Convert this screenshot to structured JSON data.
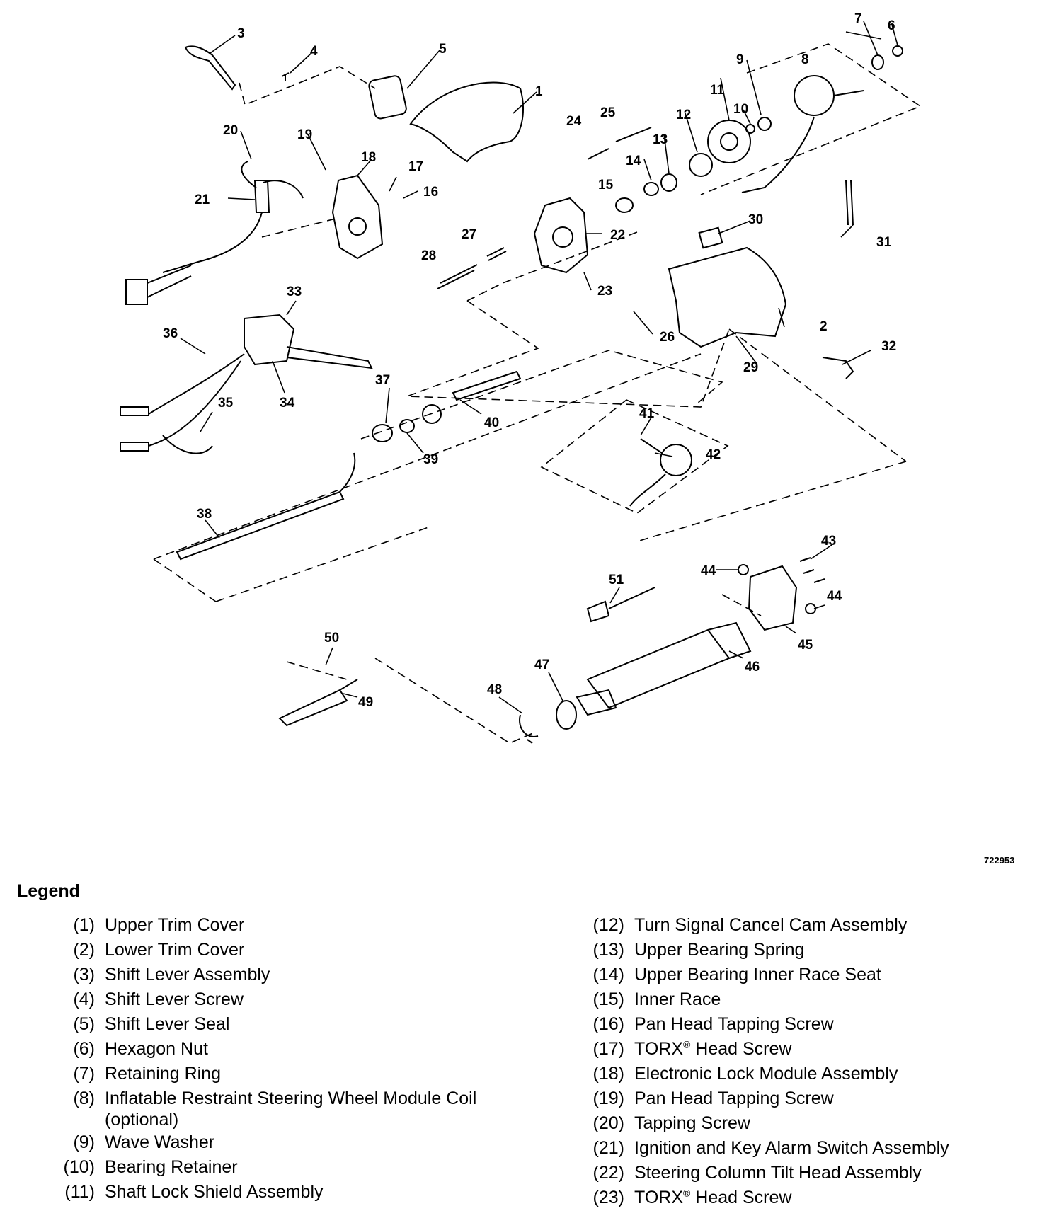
{
  "figure_id": "722953",
  "legend_title": "Legend",
  "callouts": [
    "1",
    "2",
    "3",
    "4",
    "5",
    "6",
    "7",
    "8",
    "9",
    "10",
    "11",
    "12",
    "13",
    "14",
    "15",
    "16",
    "17",
    "18",
    "19",
    "20",
    "21",
    "22",
    "23",
    "24",
    "25",
    "26",
    "27",
    "28",
    "29",
    "30",
    "31",
    "32",
    "33",
    "34",
    "35",
    "36",
    "37",
    "38",
    "39",
    "40",
    "41",
    "42",
    "43",
    "44",
    "45",
    "46",
    "47",
    "48",
    "49",
    "50",
    "51"
  ],
  "legend_left": [
    {
      "num": "(1)",
      "text": "Upper Trim Cover"
    },
    {
      "num": "(2)",
      "text": "Lower Trim Cover"
    },
    {
      "num": "(3)",
      "text": "Shift Lever Assembly"
    },
    {
      "num": "(4)",
      "text": "Shift Lever Screw"
    },
    {
      "num": "(5)",
      "text": "Shift Lever Seal"
    },
    {
      "num": "(6)",
      "text": "Hexagon Nut"
    },
    {
      "num": "(7)",
      "text": "Retaining Ring"
    },
    {
      "num": "(8)",
      "text": "Inflatable Restraint Steering Wheel Module Coil (optional)"
    },
    {
      "num": "(9)",
      "text": "Wave Washer"
    },
    {
      "num": "(10)",
      "text": "Bearing Retainer"
    },
    {
      "num": "(11)",
      "text": "Shaft Lock Shield Assembly"
    }
  ],
  "legend_right": [
    {
      "num": "(12)",
      "text": "Turn Signal Cancel Cam Assembly"
    },
    {
      "num": "(13)",
      "text": "Upper Bearing Spring"
    },
    {
      "num": "(14)",
      "text": "Upper Bearing Inner Race Seat"
    },
    {
      "num": "(15)",
      "text": "Inner Race"
    },
    {
      "num": "(16)",
      "text": "Pan Head Tapping Screw"
    },
    {
      "num": "(17)",
      "text": "TORX",
      "sup": "®",
      "suffix": " Head Screw"
    },
    {
      "num": "(18)",
      "text": "Electronic Lock Module Assembly"
    },
    {
      "num": "(19)",
      "text": "Pan Head Tapping Screw"
    },
    {
      "num": "(20)",
      "text": "Tapping Screw"
    },
    {
      "num": "(21)",
      "text": "Ignition and Key Alarm Switch Assembly"
    },
    {
      "num": "(22)",
      "text": "Steering Column Tilt Head Assembly"
    },
    {
      "num": "(23)",
      "text": "TORX",
      "sup": "®",
      "suffix": " Head Screw"
    }
  ]
}
